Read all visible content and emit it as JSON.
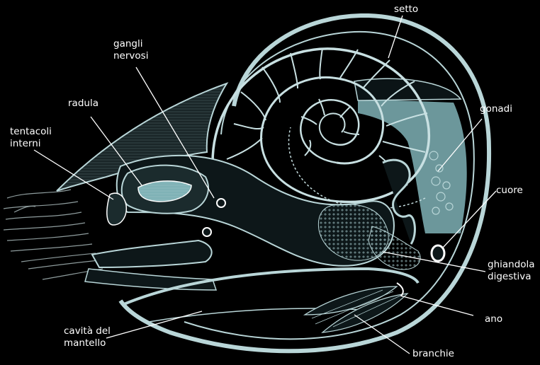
{
  "diagram": {
    "background": "#000000",
    "shell_outline_color": "#b9d6d8",
    "tissue_fill_color": "#7fb2b6",
    "leader_line_color": "#ffffff",
    "labels": {
      "setto": "setto",
      "gangli_line1": "gangli",
      "gangli_line2": "nervosi",
      "radula": "radula",
      "tentacoli_line1": "tentacoli",
      "tentacoli_line2": "interni",
      "gonadi": "gonadi",
      "cuore": "cuore",
      "ghiandola_line1": "ghiandola",
      "ghiandola_line2": "digestiva",
      "ano": "ano",
      "cavita_line1": "cavità del",
      "cavita_line2": "mantello",
      "branchie": "branchie"
    }
  }
}
